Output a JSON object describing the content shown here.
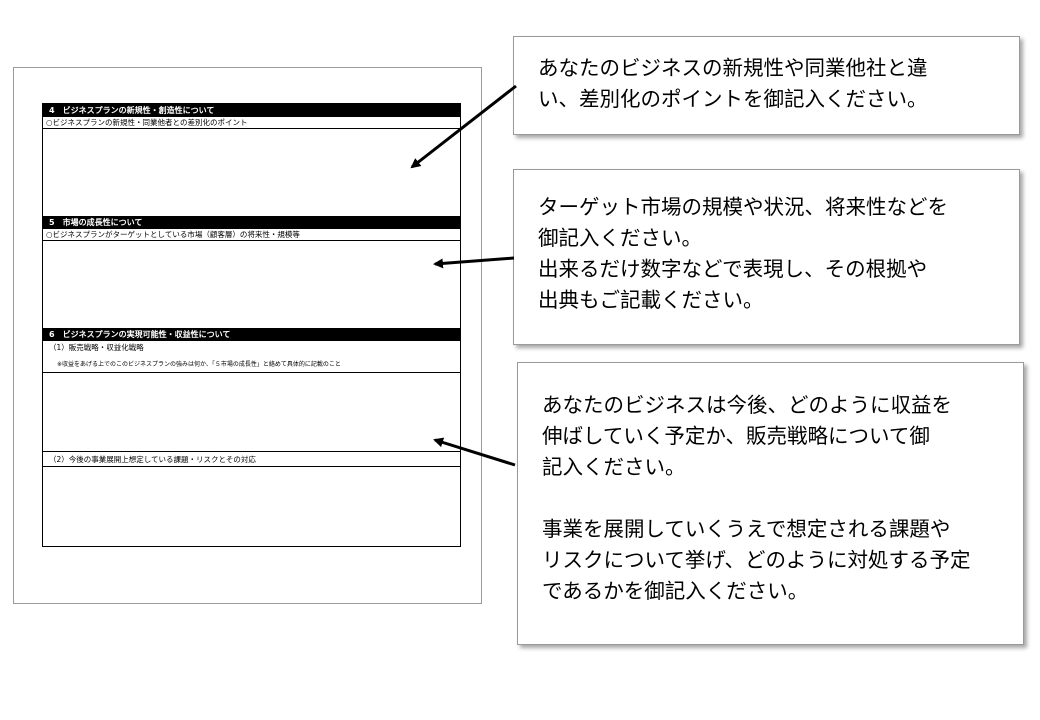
{
  "form": {
    "section4": {
      "heading": "4　ビジネスプランの新規性・創造性について",
      "prompt": "○ビジネスプランの新規性・同業他者との差別化のポイント"
    },
    "section5": {
      "heading": "5　市場の成長性について",
      "prompt": "○ビジネスプランがターゲットとしている市場（顧客層）の将来性・規模等"
    },
    "section6": {
      "heading": "6　ビジネスプランの実現可能性・収益性について",
      "sub1": "（1）販売戦略・収益化戦略",
      "note1": "※収益をあげる上でのこのビジネスプランの強みは何か、「５市場の成長性」と絡めて具体的に記載のこと",
      "sub2": "（2）今後の事業展開上想定している課題・リスクとその対応"
    }
  },
  "callouts": {
    "c1": {
      "line1": "あなたのビジネスの新規性や同業他社と違",
      "line2": "い、差別化のポイントを御記入ください。"
    },
    "c2": {
      "line1": "ターゲット市場の規模や状況、将来性などを",
      "line2": "御記入ください。",
      "line3": "出来るだけ数字などで表現し、その根拠や",
      "line4": "出典もご記載ください。"
    },
    "c3": {
      "line1": "あなたのビジネスは今後、どのように収益を",
      "line2": "伸ばしていく予定か、販売戦略について御",
      "line3": "記入ください。",
      "line4": "事業を展開していくうえで想定される課題や",
      "line5": "リスクについて挙げ、どのように対処する予定",
      "line6": "であるかを御記入ください。"
    }
  }
}
